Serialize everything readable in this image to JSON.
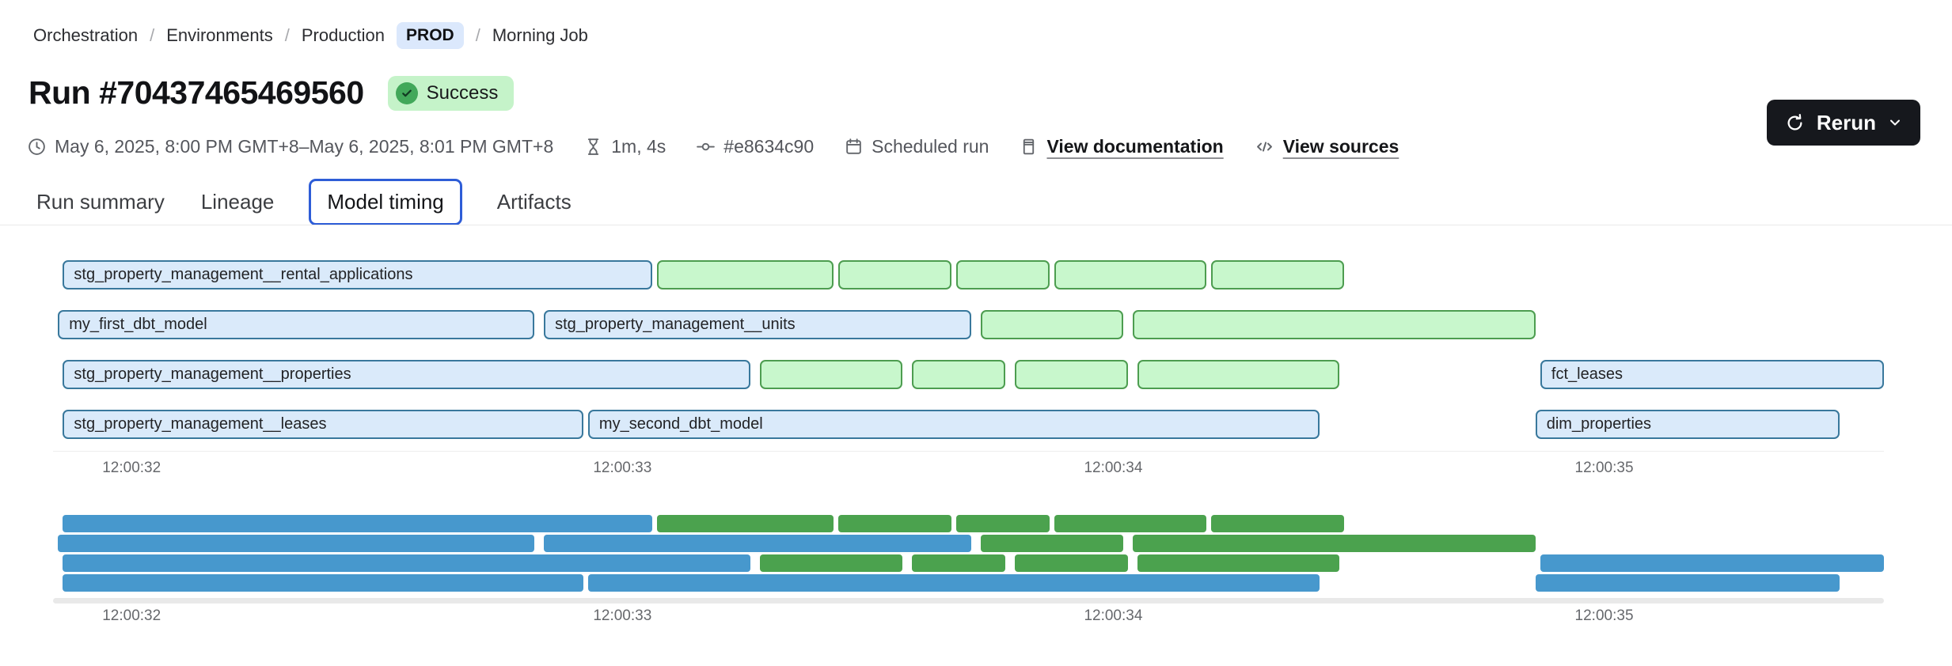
{
  "breadcrumb": {
    "items": [
      "Orchestration",
      "Environments",
      "Production",
      "Morning Job"
    ],
    "env_badge": "PROD"
  },
  "header": {
    "title": "Run #70437465469560",
    "status": "Success",
    "rerun_label": "Rerun"
  },
  "meta": {
    "time_range": "May 6, 2025, 8:00 PM GMT+8–May 6, 2025, 8:01 PM GMT+8",
    "duration": "1m, 4s",
    "commit": "#e8634c90",
    "trigger": "Scheduled run",
    "docs_link": "View documentation",
    "sources_link": "View sources"
  },
  "tabs": {
    "items": [
      {
        "label": "Run summary",
        "active": false
      },
      {
        "label": "Lineage",
        "active": false
      },
      {
        "label": "Model timing",
        "active": true
      },
      {
        "label": "Artifacts",
        "active": false
      }
    ]
  },
  "icons": [
    "clock-icon",
    "hourglass-icon",
    "git-commit-icon",
    "calendar-icon",
    "document-icon",
    "code-icon",
    "refresh-icon",
    "chevron-down-icon",
    "check-circle-icon"
  ],
  "colors": {
    "accent_blue": "#2e5dd7",
    "bar_blue_fill": "#daeafa",
    "bar_blue_border": "#39789c",
    "bar_green_fill": "#c8f7cc",
    "bar_green_border": "#4d9d50",
    "minimap_blue": "#4798cd",
    "minimap_green": "#4ba24e",
    "success_badge_bg": "#c5f3c9",
    "success_dot": "#42a85a",
    "env_badge_bg": "#dbe8fc",
    "rerun_bg": "#16181d"
  },
  "chart_data": {
    "type": "gantt",
    "title": "Model timing",
    "axis": {
      "min": 31.84,
      "max": 35.57,
      "ticks": [
        {
          "value": 32,
          "label": "12:00:32"
        },
        {
          "value": 33,
          "label": "12:00:33"
        },
        {
          "value": 34,
          "label": "12:00:34"
        },
        {
          "value": 35,
          "label": "12:00:35"
        }
      ]
    },
    "rows": [
      [
        {
          "label": "stg_property_management__rental_applications",
          "color": "blue",
          "start": 31.86,
          "end": 33.06
        },
        {
          "color": "green",
          "start": 33.07,
          "end": 33.43
        },
        {
          "color": "green",
          "start": 33.44,
          "end": 33.67
        },
        {
          "color": "green",
          "start": 33.68,
          "end": 33.87
        },
        {
          "color": "green",
          "start": 33.88,
          "end": 34.19
        },
        {
          "color": "green",
          "start": 34.2,
          "end": 34.47
        }
      ],
      [
        {
          "label": "my_first_dbt_model",
          "color": "blue",
          "start": 31.85,
          "end": 32.82
        },
        {
          "label": "stg_property_management__units",
          "color": "blue",
          "start": 32.84,
          "end": 33.71
        },
        {
          "color": "green",
          "start": 33.73,
          "end": 34.02
        },
        {
          "color": "green",
          "start": 34.04,
          "end": 34.86
        }
      ],
      [
        {
          "label": "stg_property_management__properties",
          "color": "blue",
          "start": 31.86,
          "end": 33.26
        },
        {
          "color": "green",
          "start": 33.28,
          "end": 33.57
        },
        {
          "color": "green",
          "start": 33.59,
          "end": 33.78
        },
        {
          "color": "green",
          "start": 33.8,
          "end": 34.03
        },
        {
          "color": "green",
          "start": 34.05,
          "end": 34.46
        },
        {
          "label": "fct_leases",
          "color": "blue",
          "start": 34.87,
          "end": 35.57
        }
      ],
      [
        {
          "label": "stg_property_management__leases",
          "color": "blue",
          "start": 31.86,
          "end": 32.92
        },
        {
          "label": "my_second_dbt_model",
          "color": "blue",
          "start": 32.93,
          "end": 34.42
        },
        {
          "label": "dim_properties",
          "color": "blue",
          "start": 34.86,
          "end": 35.48
        }
      ]
    ]
  }
}
